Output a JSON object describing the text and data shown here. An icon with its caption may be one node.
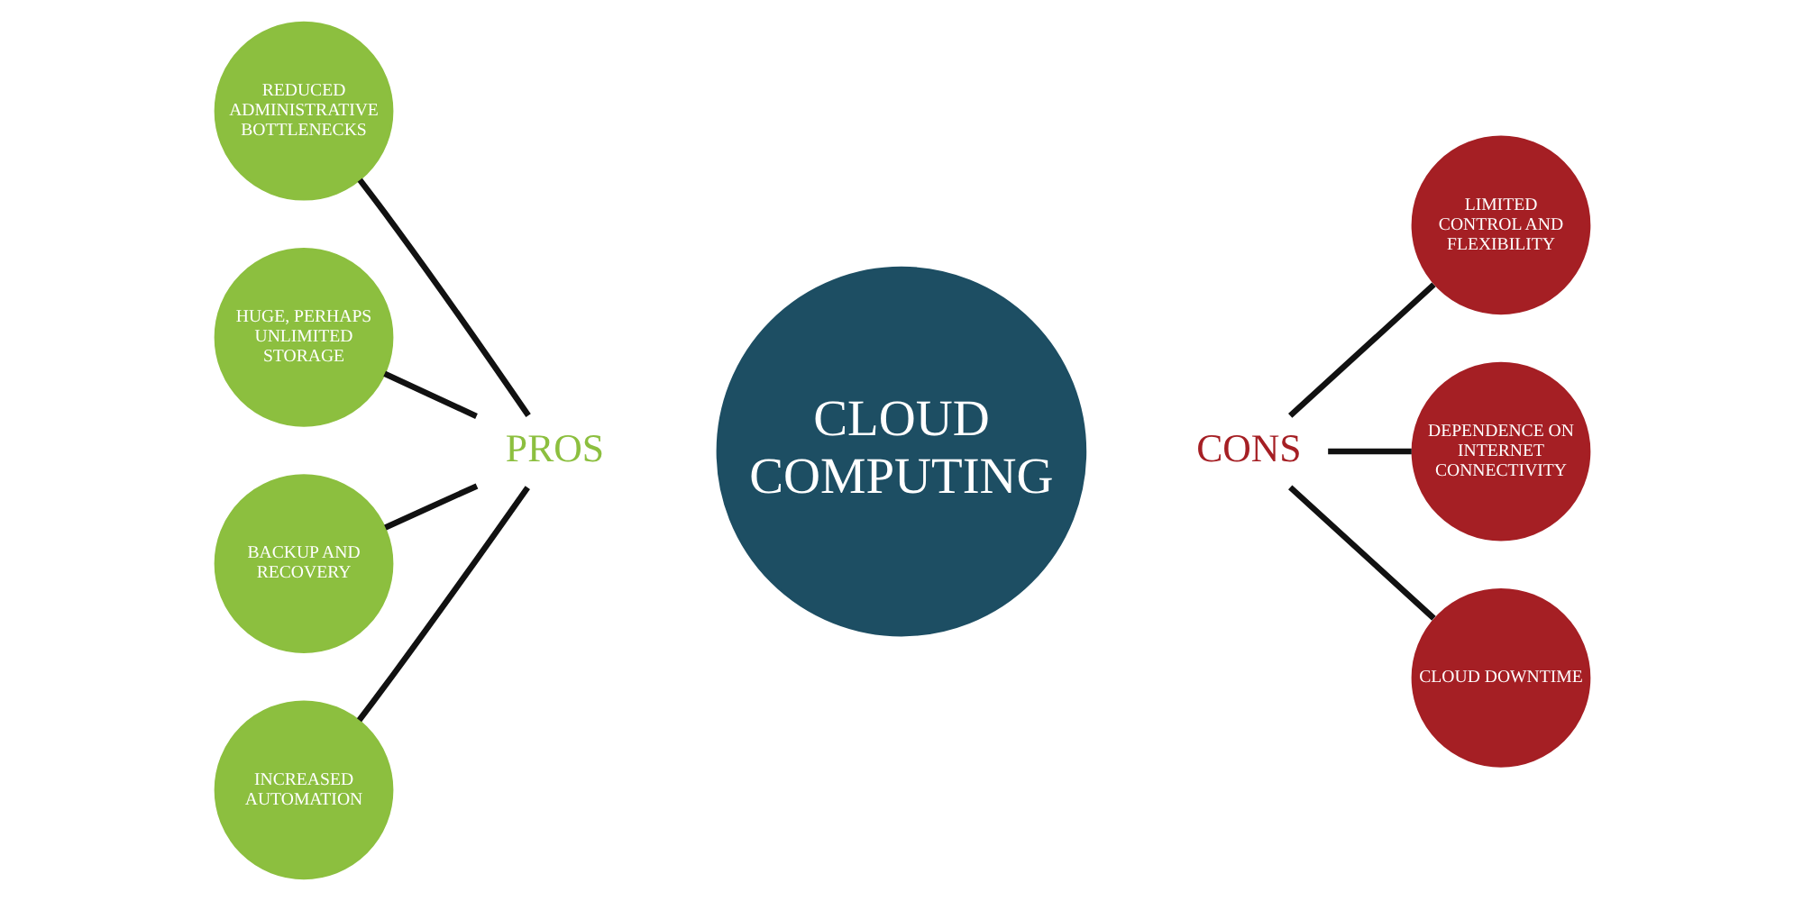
{
  "diagram": {
    "nodes": [
      {
        "text": [
          "CLOUD COMPUTING"
        ]
      },
      {
        "text": [
          "PROS"
        ]
      },
      {
        "text": [
          "REDUCED ADMINISTRATIVE BOTTLENECKS"
        ]
      },
      {
        "text": [
          "HUGE, PERHAPS UNLIMITED STORAGE"
        ]
      },
      {
        "text": [
          "BACKUP AND RECOVERY"
        ]
      },
      {
        "text": [
          "INCREASED AUTOMATION"
        ]
      },
      {
        "text": [
          "CONS"
        ]
      },
      {
        "text": [
          "LIMITED CONTROL AND FLEXIBILITY"
        ]
      },
      {
        "text": [
          "DEPENDENCE ON INTERNET CONNECTIVITY"
        ]
      },
      {
        "text": [
          "CLOUD DOWNTIME"
        ]
      }
    ],
    "edges": [
      {
        "from": 1,
        "to": 2,
        "arrow": "none"
      },
      {
        "from": 1,
        "to": 3,
        "arrow": "none"
      },
      {
        "from": 1,
        "to": 4,
        "arrow": "none"
      },
      {
        "from": 1,
        "to": 5,
        "arrow": "none"
      },
      {
        "from": 6,
        "to": 7,
        "arrow": "none"
      },
      {
        "from": 6,
        "to": 8,
        "arrow": "none"
      },
      {
        "from": 6,
        "to": 9,
        "arrow": "none"
      }
    ]
  }
}
